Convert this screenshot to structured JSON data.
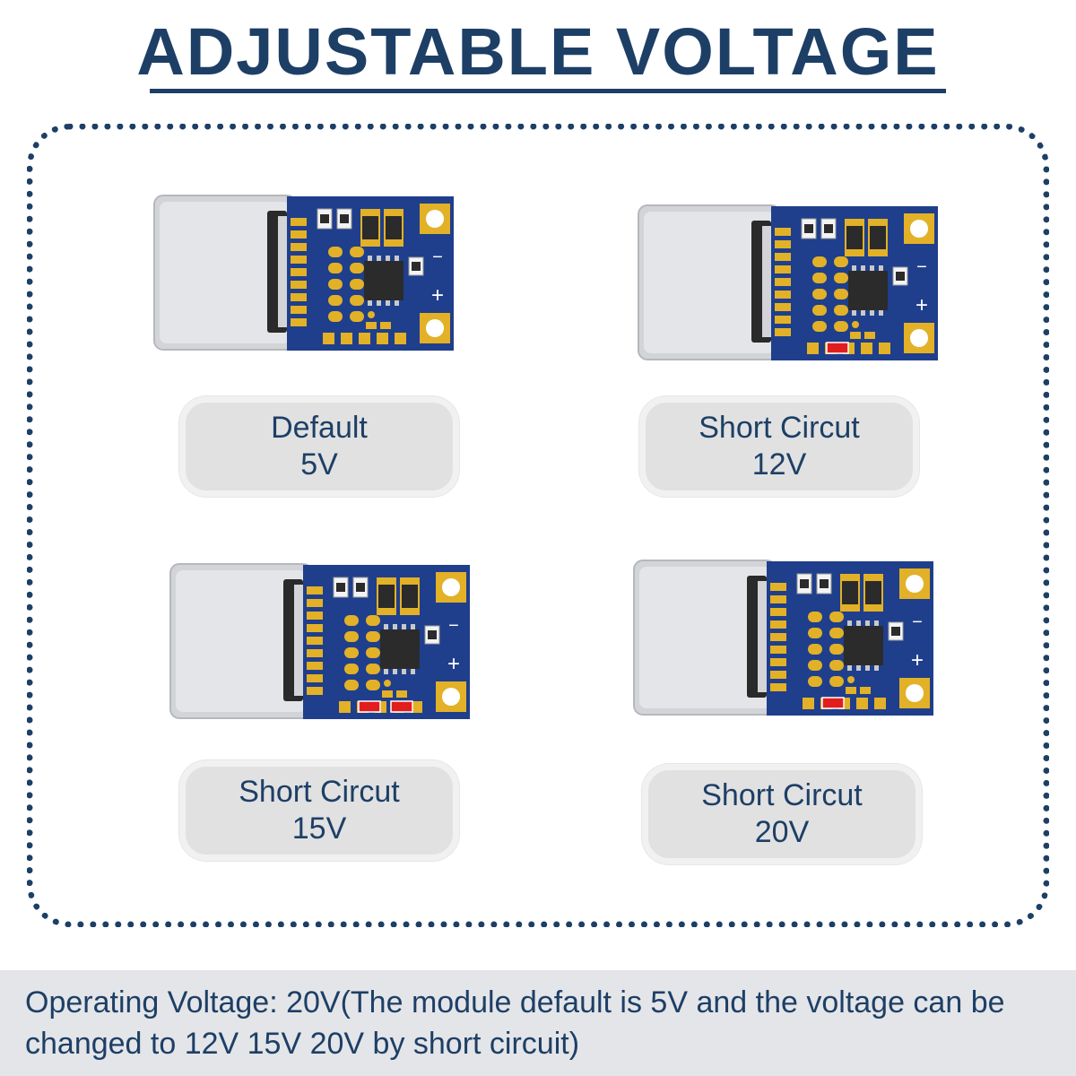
{
  "title": "ADJUSTABLE VOLTAGE",
  "colors": {
    "brand": "#1d3f66",
    "pcb": "#1f3f8c",
    "pad": "#e2b127",
    "short_pad": "#e21d1d",
    "label_bg": "#e1e1e1"
  },
  "modules": [
    {
      "line1": "Default",
      "line2": "5V",
      "shorted_pads": 0
    },
    {
      "line1": "Short Circut",
      "line2": "12V",
      "shorted_pads": 1
    },
    {
      "line1": "Short Circut",
      "line2": "15V",
      "shorted_pads": 2
    },
    {
      "line1": "Short Circut",
      "line2": "20V",
      "shorted_pads": 1
    }
  ],
  "board": {
    "minus_sign": "−",
    "plus_sign": "+"
  },
  "footer": {
    "text": "Operating Voltage: 20V(The module default is 5V and the voltage can be changed to 12V 15V 20V by short circuit)"
  }
}
